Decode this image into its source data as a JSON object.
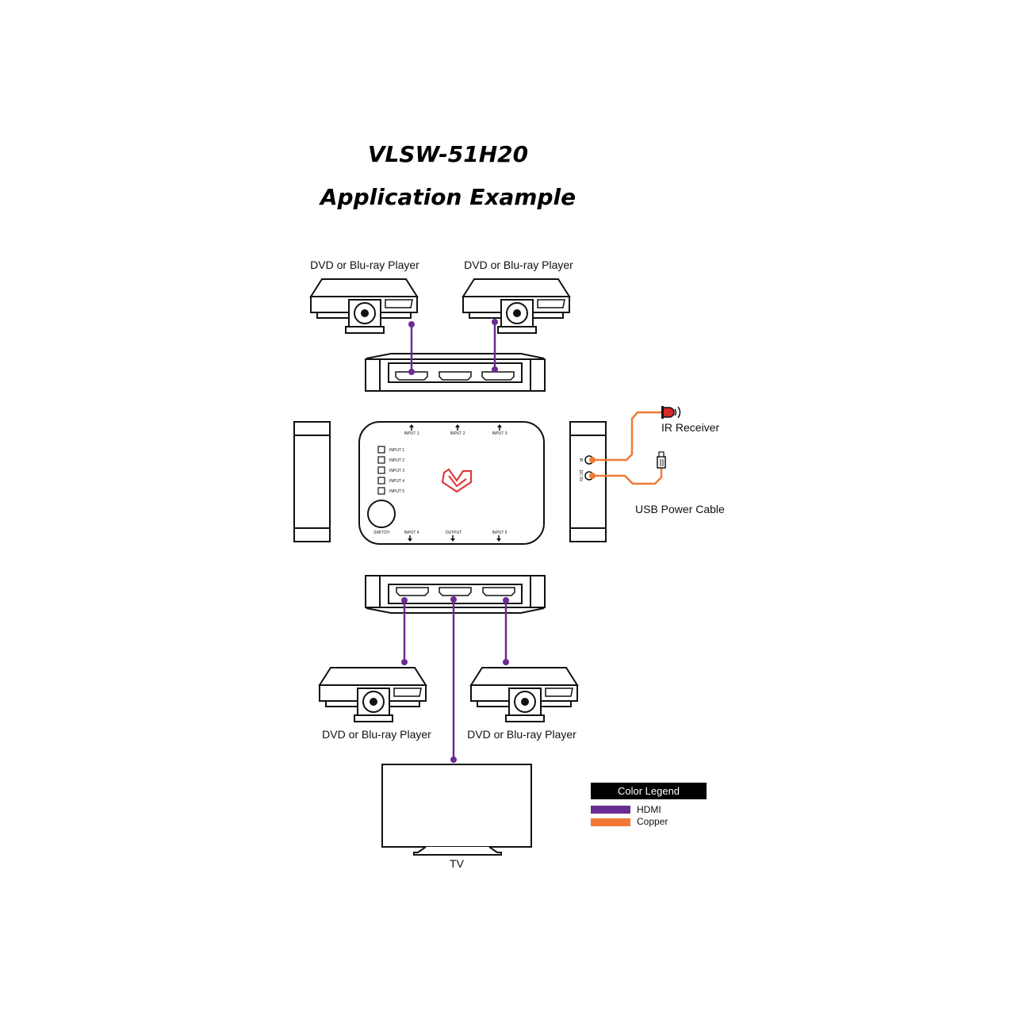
{
  "title": "VLSW-51H20",
  "subtitle": "Application Example",
  "devices": {
    "player_top_left": "DVD or Blu-ray Player",
    "player_top_right": "DVD or Blu-ray Player",
    "player_bottom_left": "DVD or Blu-ray Player",
    "player_bottom_right": "DVD or Blu-ray Player",
    "tv": "TV",
    "ir_receiver": "IR Receiver",
    "usb_power": "USB Power Cable"
  },
  "switch_panel": {
    "port_labels_top": [
      "INPUT 1",
      "INPUT 2",
      "INPUT 3"
    ],
    "port_labels_bottom": [
      "INPUT 4",
      "OUTPUT",
      "INPUT 5"
    ],
    "leds": [
      "INPUT 1",
      "INPUT 2",
      "INPUT 3",
      "INPUT 4",
      "INPUT 5"
    ],
    "button_label": "SWITCH",
    "side_ports": [
      "IR",
      "DC 5V"
    ]
  },
  "legend": {
    "title": "Color Legend",
    "items": [
      {
        "label": "HDMI",
        "color": "#6a2c91"
      },
      {
        "label": "Copper",
        "color": "#f07a35"
      }
    ]
  },
  "colors": {
    "hdmi": "#6a2c91",
    "copper": "#f07a35",
    "logo": "#e03a3a",
    "ir_red": "#d62828"
  }
}
